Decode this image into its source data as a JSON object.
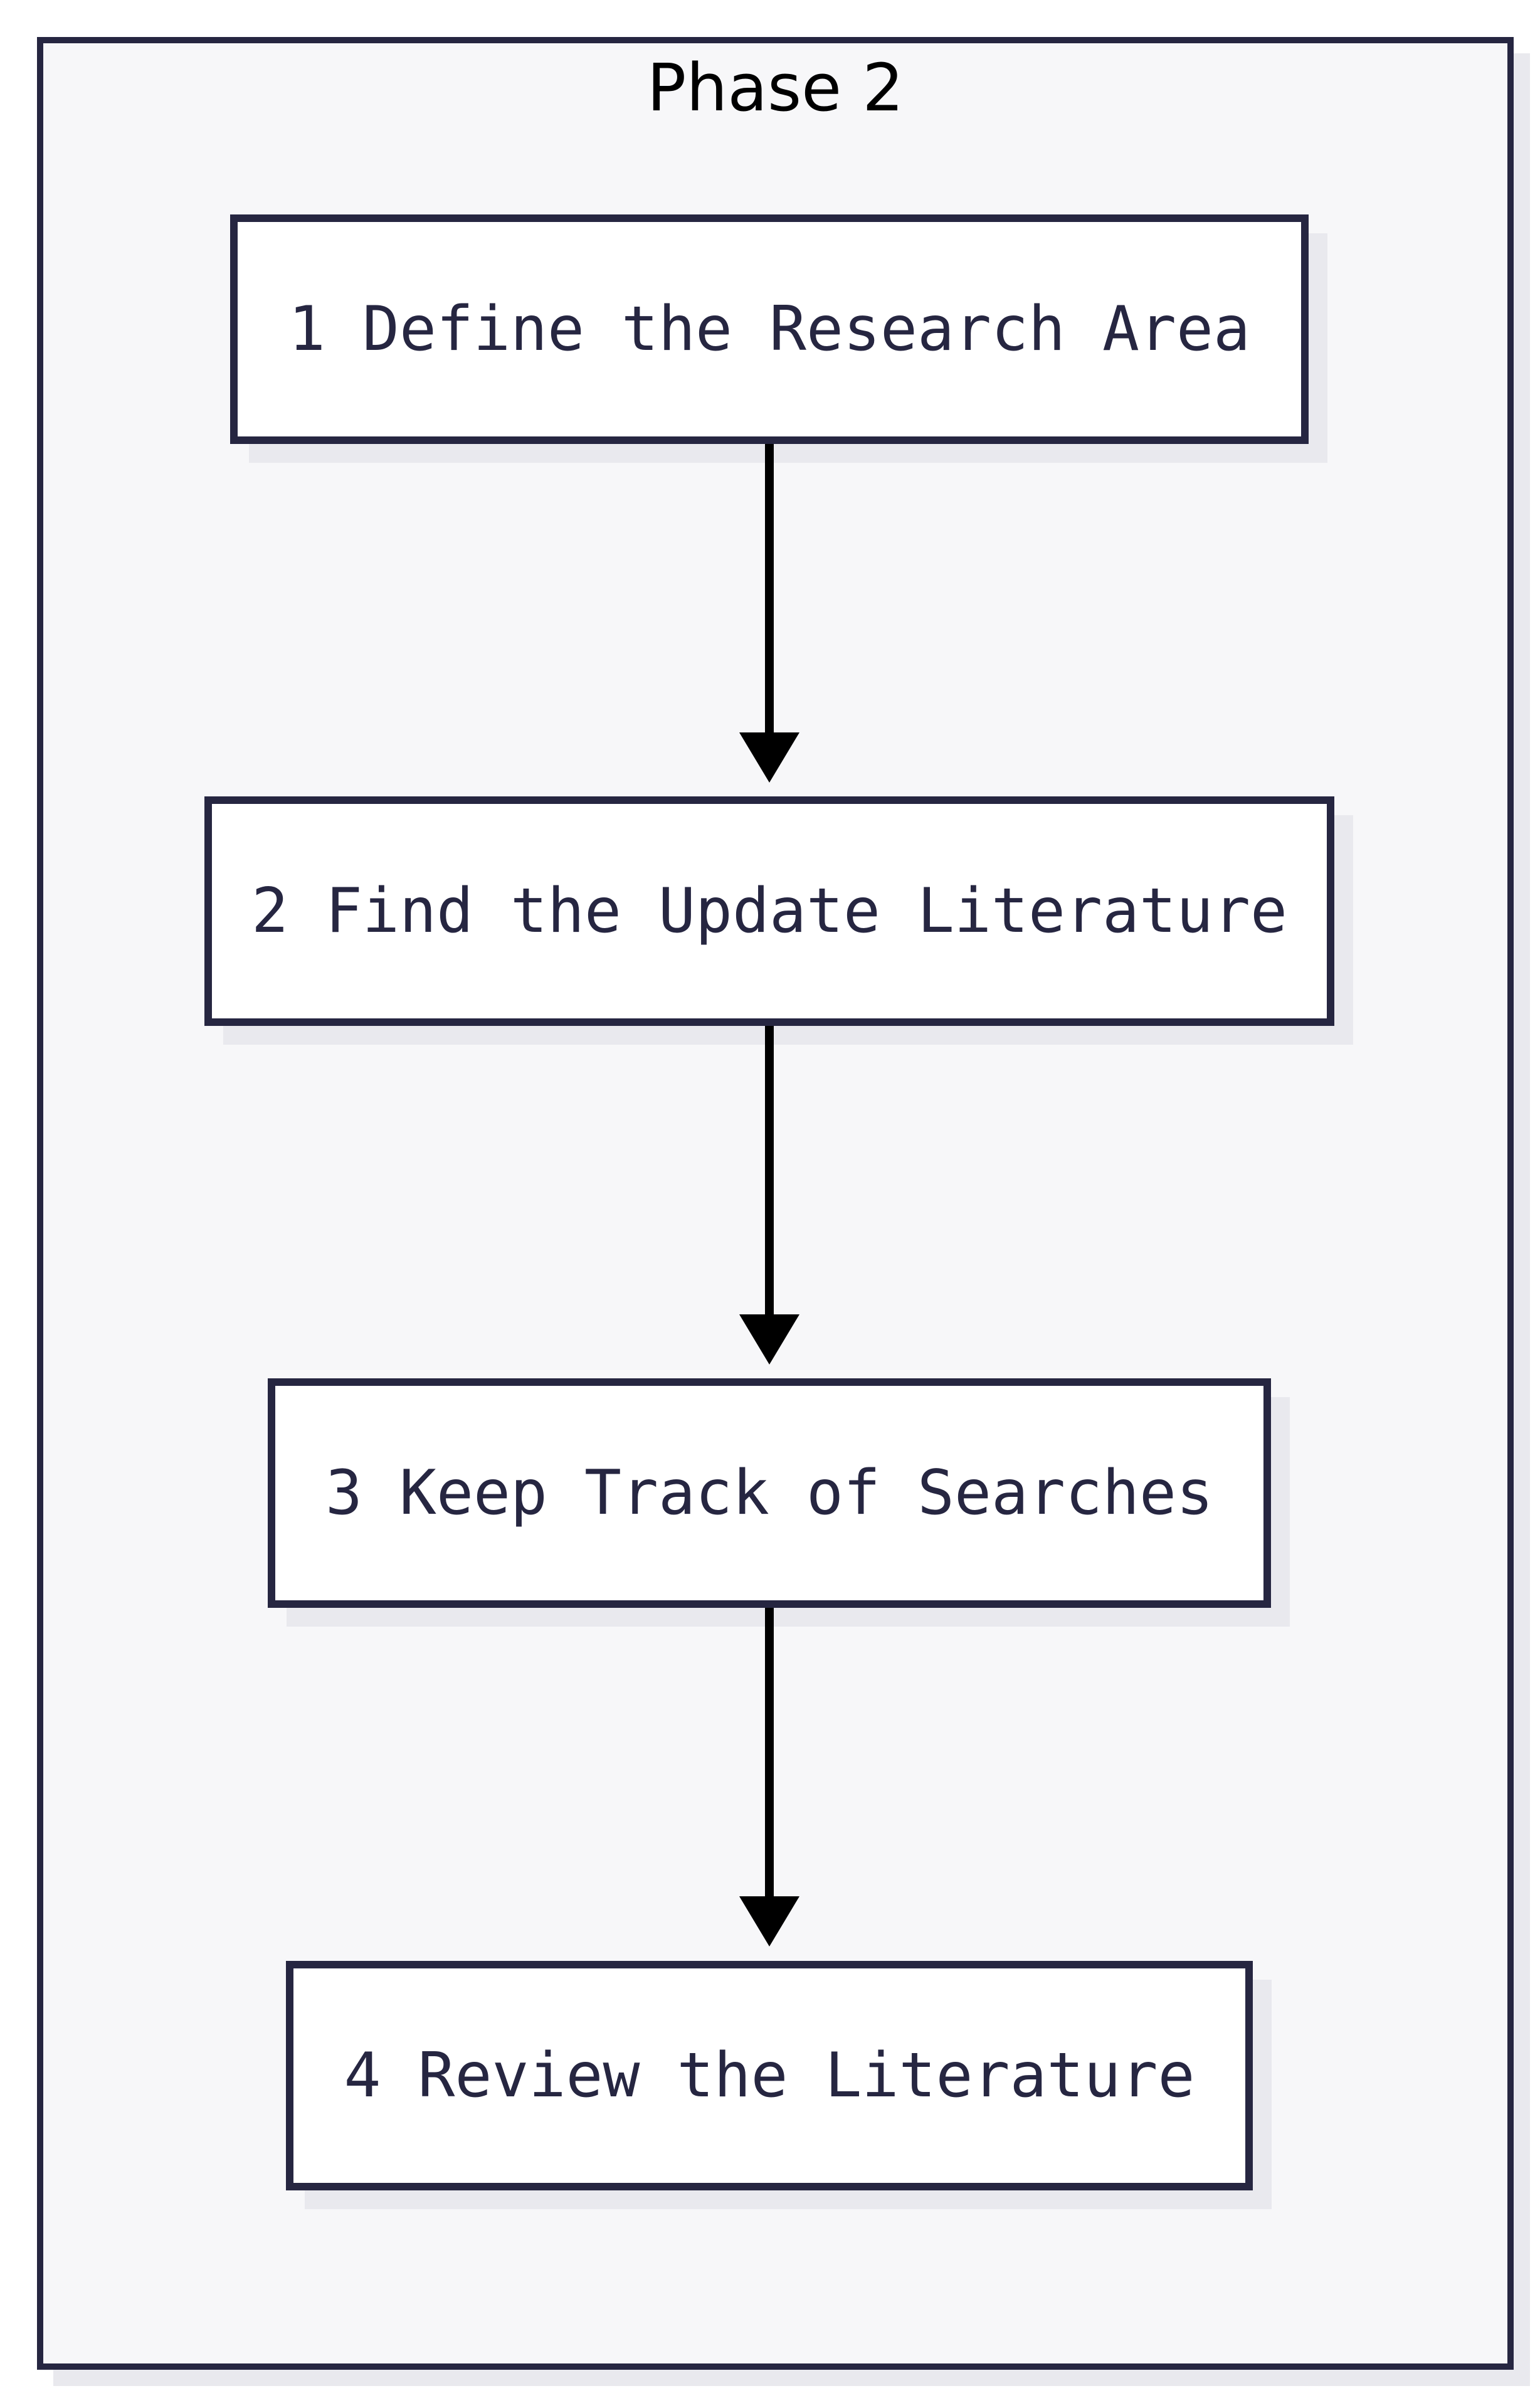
{
  "diagram": {
    "group_title": "Phase 2",
    "nodes": [
      {
        "id": "n1",
        "label": "1 Define the Research Area"
      },
      {
        "id": "n2",
        "label": "2 Find the Update Literature"
      },
      {
        "id": "n3",
        "label": "3 Keep Track of Searches"
      },
      {
        "id": "n4",
        "label": "4 Review the Literature"
      }
    ],
    "edges": [
      {
        "from": "n1",
        "to": "n2"
      },
      {
        "from": "n2",
        "to": "n3"
      },
      {
        "from": "n3",
        "to": "n4"
      }
    ]
  },
  "colors": {
    "border": "#262641",
    "frame_fill": "#f7f7f9",
    "node_fill": "#ffffff",
    "shadow": "#e9e9ee",
    "arrow": "#000000"
  }
}
